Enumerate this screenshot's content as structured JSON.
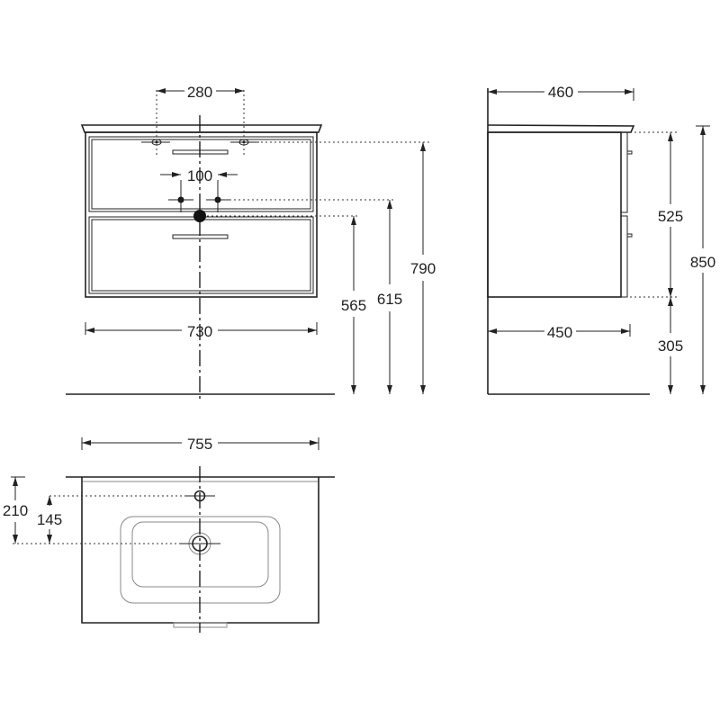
{
  "front_view": {
    "width_730": "730",
    "tap_holes_280": "280",
    "supply_100": "100",
    "height_790": "790",
    "height_615": "615",
    "height_565": "565"
  },
  "side_view": {
    "depth_460": "460",
    "depth_450": "450",
    "height_525": "525",
    "height_305": "305",
    "height_850": "850"
  },
  "top_view": {
    "width_755": "755",
    "depth_210": "210",
    "depth_145": "145"
  }
}
